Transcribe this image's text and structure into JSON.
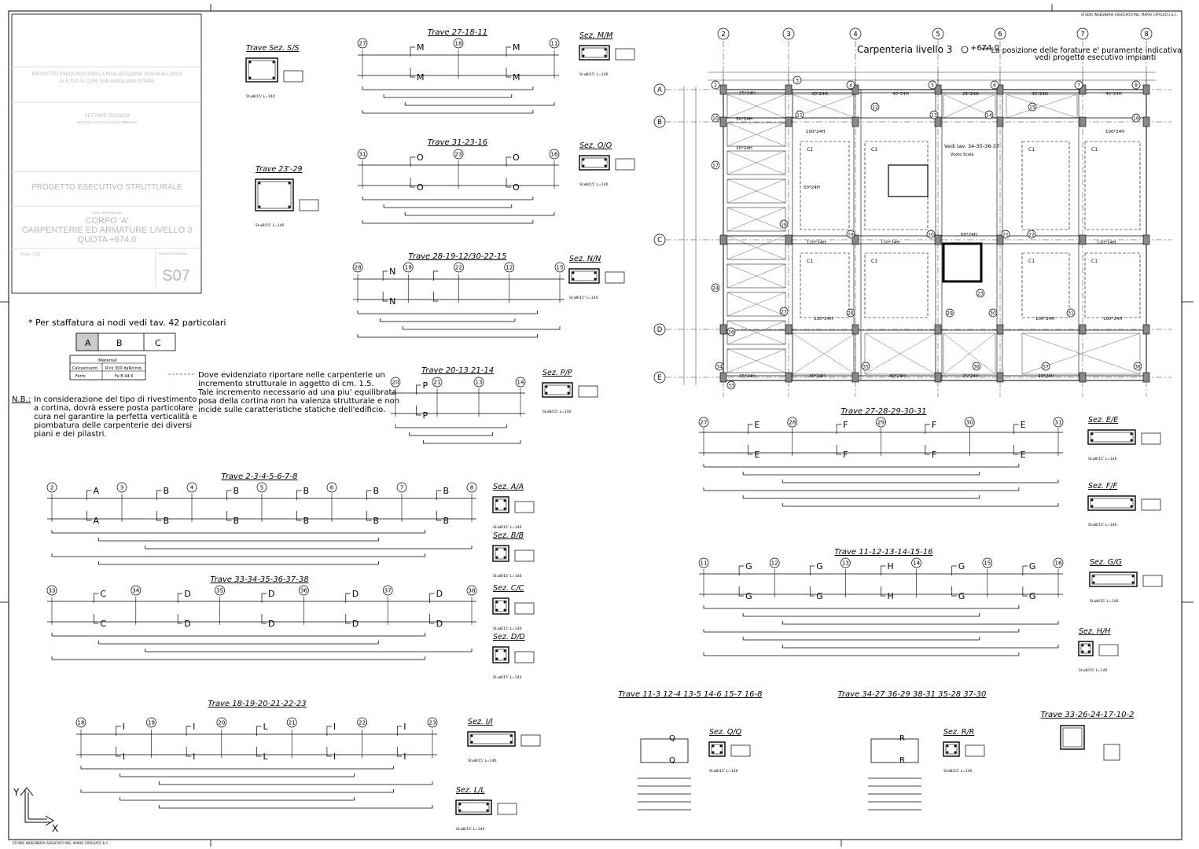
{
  "studio": "STUDIO INGEGNERIA ASSOCIATO ING. MARIO CATALUCCI & C.",
  "title_block": {
    "project": [
      "PROGETTO ESECUTIVO PER LA REALIZZAZIONE DI N.48 ALLOGGI",
      "DI E.R.P. AL Q.RE SAN GIROLAMO DI BARI"
    ],
    "sector": "SETTORE TECNICO",
    "sector_sub": "SERVIZIO COSTRUZIONE IMMOBILI",
    "phase": "PROGETTO ESECUTIVO STRUTTURALE",
    "drawing_title_label": "Titolo dell'elaborato",
    "drawing_title": [
      "CORPO 'A'",
      "CARPENTERIE ED ARMATURE LIVELLO 3",
      "QUOTA +674.0"
    ],
    "scale": "Scala: 1:50",
    "number_label": "Numero Elaborato",
    "number": "S07"
  },
  "notes": {
    "stirrups": "* Per staffatura ai nodi vedi tav. 42 particolari",
    "abc": [
      "A",
      "B",
      "C"
    ],
    "materials_title": "Materiali",
    "materials": [
      [
        "Calcestruzzo",
        "R'ck 300 daN/cmq"
      ],
      [
        "Ferro",
        "Fe B 44 K"
      ]
    ],
    "cantilever": [
      "Dove evidenziato riportare nelle carpenterie un",
      "incremento strutturale in aggetto di cm. 1.5.",
      "Tale incremento necessario ad una piu' equilibrata",
      "posa della cortina non ha valenza strutturale e non",
      "incide sulle caratteristiche statiche dell'edificio."
    ],
    "nb_label": "N.B.:",
    "nb": [
      "In considerazione del tipo di rivestimento",
      "a cortina, dovrà essere posta particolare",
      "cura nel garantire la perfetta verticalità e",
      "piombatura delle carpenterie dei diversi",
      "piani e dei pilastri."
    ]
  },
  "plan": {
    "title": "Carpenteria livello 3",
    "level": "+674.0",
    "note": [
      "** La posizione delle forature e' puramente indicativa",
      "vedi progetto esecutivo impianti"
    ],
    "columns": [
      "2",
      "3",
      "4",
      "5",
      "6",
      "7",
      "8"
    ],
    "rows": [
      "A",
      "B",
      "C",
      "D",
      "E"
    ],
    "beam_labels": [
      "25*24H",
      "40*24H",
      "40*24H",
      "25*24H",
      "40*24H",
      "40*24H",
      "30*24H",
      "100*24H",
      "100*24H",
      "120*24H",
      "120*24H",
      "120*24H",
      "120*24H",
      "100*24H",
      "100*24H",
      "40*24H",
      "40*24H",
      "25*24H",
      "40*24H",
      "25*24H",
      "60*24H",
      "50*24H",
      "30*24H"
    ],
    "stair_note": "Vedi tav. 34-35-36-37",
    "void_label": "Vuoto Scala",
    "slab_tag": "C1"
  },
  "beams": [
    {
      "title": "Trave 27-18-11",
      "nodes": [
        "27",
        "18",
        "11"
      ],
      "sec": "M"
    },
    {
      "title": "Trave 31-23-16",
      "nodes": [
        "31",
        "23",
        "16"
      ],
      "sec": "O"
    },
    {
      "title": "Trave 28-19-12/30-22-15",
      "nodes": [
        "28",
        "19",
        "22",
        "12",
        "15"
      ],
      "sec": "N"
    },
    {
      "title": "Trave 20-13 21-14",
      "nodes": [
        "20",
        "21",
        "13",
        "14"
      ],
      "sec": "P"
    },
    {
      "title": "Trave 2-3-4-5-6-7-8",
      "nodes": [
        "2",
        "3",
        "4",
        "5",
        "6",
        "7",
        "8"
      ],
      "secs": [
        "A",
        "B",
        "B",
        "B",
        "B",
        "B"
      ]
    },
    {
      "title": "Trave 33-34-35-36-37-38",
      "nodes": [
        "33",
        "34",
        "35",
        "36",
        "37",
        "38"
      ],
      "secs": [
        "C",
        "D",
        "D",
        "D",
        "D"
      ]
    },
    {
      "title": "Trave 18-19-20-21-22-23",
      "nodes": [
        "18",
        "19",
        "20",
        "21",
        "22",
        "23"
      ],
      "secs": [
        "I",
        "I",
        "L",
        "I",
        "I"
      ]
    },
    {
      "title": "Trave 27-28-29-30-31",
      "nodes": [
        "27",
        "28",
        "29",
        "30",
        "31"
      ],
      "secs": [
        "E",
        "F",
        "F",
        "E"
      ]
    },
    {
      "title": "Trave 11-12-13-14-15-16",
      "nodes": [
        "11",
        "12",
        "13",
        "14",
        "15",
        "16"
      ],
      "secs": [
        "G",
        "G",
        "H",
        "G",
        "G"
      ]
    },
    {
      "title": "Trave 11-3 12-4 13-5 14-6 15-7 16-8",
      "sec": "Q"
    },
    {
      "title": "Trave 34-27 36-29 38-31 35-28 37-30",
      "sec": "R"
    },
    {
      "title": "Trave 33-26-24-17-10-2"
    }
  ],
  "sections": [
    {
      "title": "Trave Sez. S/S"
    },
    {
      "title": "Trave 23'-29"
    },
    {
      "title": "Sez. M/M"
    },
    {
      "title": "Sez. O/O"
    },
    {
      "title": "Sez. N/N"
    },
    {
      "title": "Sez. P/P"
    },
    {
      "title": "Sez. A/A"
    },
    {
      "title": "Sez. B/B"
    },
    {
      "title": "Sez. C/C"
    },
    {
      "title": "Sez. D/D"
    },
    {
      "title": "Sez. I/I"
    },
    {
      "title": "Sez. L/L"
    },
    {
      "title": "Sez. E/E"
    },
    {
      "title": "Sez. F/F"
    },
    {
      "title": "Sez. G/G"
    },
    {
      "title": "Sez. H/H"
    },
    {
      "title": "Sez. Q/Q"
    },
    {
      "title": "Sez. R/R"
    }
  ],
  "stirrup": "St.ø8/15' L=140",
  "axes": {
    "x": "X",
    "y": "Y"
  }
}
